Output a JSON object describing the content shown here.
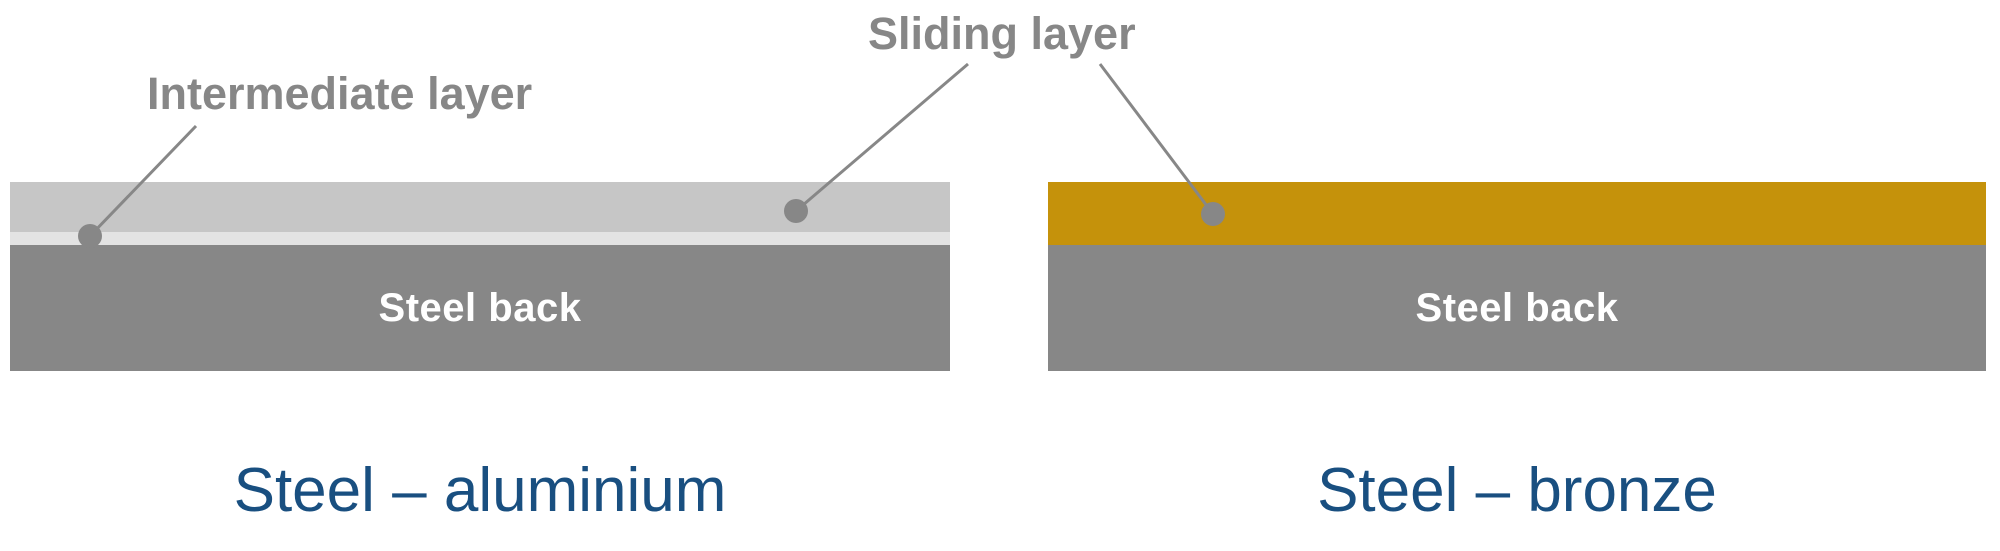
{
  "labels": {
    "sliding_layer": "Sliding layer",
    "intermediate_layer": "Intermediate layer"
  },
  "left_stack": {
    "steel_back_label": "Steel back",
    "caption": "Steel – aluminium",
    "layers": [
      "sliding layer",
      "intermediate layer",
      "steel back"
    ]
  },
  "right_stack": {
    "steel_back_label": "Steel back",
    "caption": "Steel – bronze",
    "layers": [
      "sliding layer (bronze)",
      "steel back"
    ]
  },
  "colors": {
    "sliding_layer_gray": "#c6c6c6",
    "intermediate_layer": "#e3e3e3",
    "steel_back": "#878787",
    "bronze_layer": "#c5920b",
    "caption_text": "#194f80",
    "annotation_text": "#878787",
    "leader_line": "#878787",
    "background": "#ffffff"
  }
}
